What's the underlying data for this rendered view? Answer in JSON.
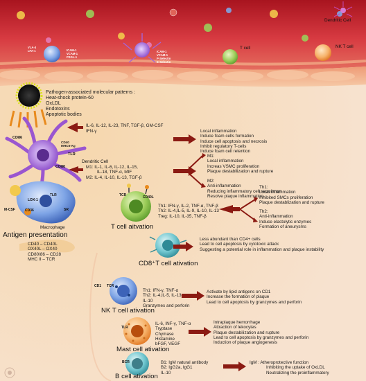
{
  "colors": {
    "vessel_top": "#d5313a",
    "vessel_wall": "#f1b892",
    "tissue": "#f5dcc4",
    "arrow": "#8b1a12"
  },
  "top": {
    "dendritic_cell_label": "Dendritic Cell",
    "t_cell_label": "T cell",
    "nk_t_cell_label": "NK T cell",
    "adhesion_1": [
      "VLA-4",
      "LFA-1"
    ],
    "adhesion_2": [
      "ICAM-1",
      "VCAM-1",
      "PSGL-1"
    ],
    "adhesion_3": [
      "ICAM-1",
      "VCAM-1",
      "P-Selectin",
      "E-Selectin"
    ]
  },
  "pamp": {
    "lines": [
      "Pathogen-associated molecular patterns :",
      "Heat-shock protein-60",
      "OxLDL",
      "Endotoxins",
      "Apoptotic bodies"
    ]
  },
  "dendritic": {
    "cytokines": "IL-6, IL-12, IL-23, TNF, TGF-β, GM-CSF",
    "ifn": "IFN-γ",
    "label": "Dendritic Cell",
    "cd86": "CD86",
    "cd40": [
      "CD40",
      "MHCII-Ag"
    ],
    "cd80": "CD80",
    "tlr": "TLR",
    "effects": [
      "Local inflammation",
      "Induce foam cells formation",
      "Induce cell apoptosis and necrosis",
      "Inhibit regulatory T-cells",
      "Induce foam cell retention"
    ]
  },
  "macrophage": {
    "label": "Macrophage",
    "m1_cytokines": [
      "M1: IL-1, IL-6, IL-12, IL-15,",
      "IL-18, TNF-α, MIF"
    ],
    "m2_cytokines": "M2: IL-4, IL-10, IL-13, TGF-β",
    "m1_effects": [
      "M1:",
      "Local inflammation",
      "Increas VSMC proliferation",
      "Plaque destabilization and rupture"
    ],
    "m2_effects": [
      "M2:",
      "Anti-inflammation",
      "Reducing inflammatory cell recruitmen",
      "Resolve plaque inflammation"
    ],
    "markers": {
      "m_csf": "M-CSF",
      "cd36": "CD36",
      "tlr": "TLR",
      "lox1": "LOX-1",
      "sr": "SR"
    }
  },
  "tcell": {
    "title": "T cell aitvation",
    "tcr": "TCR",
    "cd40l": "CD40L",
    "th1": "Th1: IFN-γ, IL-2, TNF-α, TNF-β",
    "th2": "Th2: IL-4,IL-5, IL-9, IL-10, IL-13",
    "treg": "Treg: IL-10, IL-35, TNF-β",
    "th1_effects": [
      "Th1:",
      "Local inflammation",
      "Inhibited SMCs proliferation",
      "Plaque destablization and rupture"
    ],
    "th2_effects": [
      "Th2:",
      "Anti-inflammation",
      "Induce elastolytic enzymes",
      "Formation of aneurysms"
    ]
  },
  "antigen": {
    "title": "Antigen presentation",
    "pairs": [
      "CD40 – CD40L",
      "OX40L – OX40",
      "CD80/86 – CD28",
      "MHC II – TCR"
    ]
  },
  "cd8": {
    "title": "CD8⁺T cell ativation",
    "effects": [
      "Less abundant than CD4+ cells",
      "Lead to cell apoptosis by cytotoxic attack",
      "Suggesting a potential role in inflammation and plaque instability"
    ]
  },
  "nkt": {
    "title": "NK T cell ativation",
    "cd1": "CD1",
    "tcr": "TCR",
    "cytokines": [
      "Th1: IFN-γ, TNF-α",
      "Th2: IL-4,IL-5, IL-13",
      "IL-10",
      "Granzymes and perforin"
    ],
    "effects": [
      "Activate by lipid antigens on CD1",
      "Increase the formation of plaque",
      "Lead to cell apoptosis by granzymes and perforin"
    ]
  },
  "mast": {
    "title": "Mast cell ativation",
    "tlr": "TLR",
    "mediators": [
      "IL-6, INF-γ, TNF-α",
      "Tryptase",
      "Chymase",
      "Histamine",
      "bFGF, VEGF"
    ],
    "effects": [
      "Intraplaque hemorrhage",
      "Attraction of lekocytes",
      "Plaque destabilization and rupture",
      "Lead to cell apoptosis by granzymes and perforin",
      "Induction of plaque angiogenesis"
    ]
  },
  "bcell": {
    "title": "B cell ativation",
    "bcr": "BCR",
    "antibodies": [
      "B1: IgM natural antibody",
      "B2: IgG2a, IgG1",
      "IL-10"
    ],
    "igm_effects": [
      "IgM : Atheroprotective function",
      "Inhibiting the uptake of OxLDL",
      "Neutralizing the proinflammatory"
    ]
  }
}
